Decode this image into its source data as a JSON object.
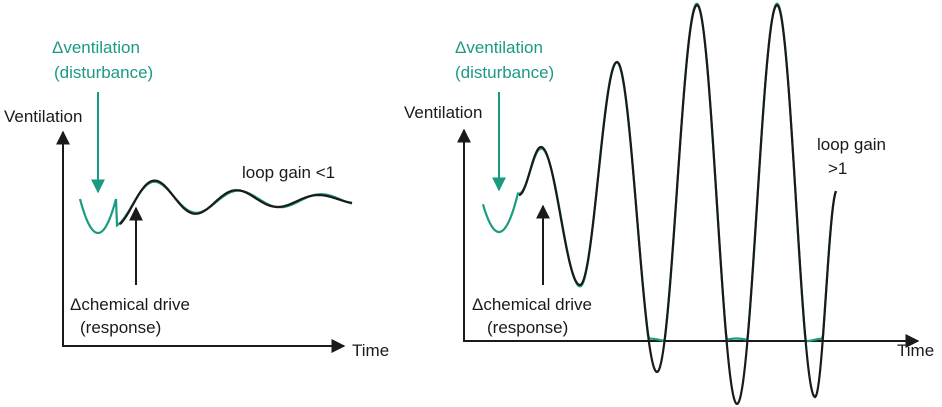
{
  "colors": {
    "disturbance": "#1b9a82",
    "response": "#1a1a1a",
    "axis": "#1a1a1a"
  },
  "left_panel": {
    "y_axis_label": "Ventilation",
    "x_axis_label": "Time",
    "disturbance_label_line1": "Δventilation",
    "disturbance_label_line2": "(disturbance)",
    "response_label_line1": "Δchemical drive",
    "response_label_line2": "(response)",
    "gain_label": "loop gain <1"
  },
  "right_panel": {
    "y_axis_label": "Ventilation",
    "x_axis_label": "Time",
    "disturbance_label_line1": "Δventilation",
    "disturbance_label_line2": "(disturbance)",
    "response_label_line1": "Δchemical drive",
    "response_label_line2": "(response)",
    "gain_label_line1": "loop gain",
    "gain_label_line2": ">1"
  }
}
